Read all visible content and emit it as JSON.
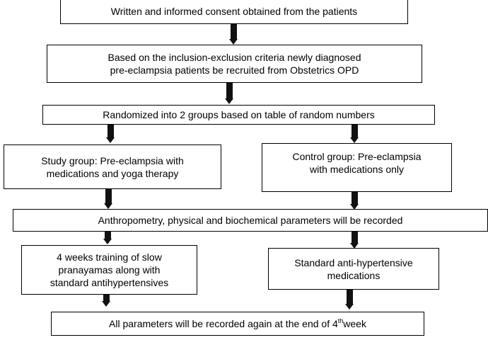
{
  "flowchart": {
    "consent": "Written and informed consent obtained from the patients",
    "recruit_line1": "Based on the inclusion-exclusion criteria newly diagnosed",
    "recruit_line2": "pre-eclampsia patients be recruited from Obstetrics OPD",
    "randomize": "Randomized into 2 groups based on table of random numbers",
    "study_line1": "Study group: Pre-eclampsia with",
    "study_line2": "medications and yoga therapy",
    "control_line1": "Control group: Pre-eclampsia",
    "control_line2": "with medications only",
    "parameters": "Anthropometry, physical and biochemical parameters will be recorded",
    "training_line1": "4 weeks training of slow",
    "training_line2": "pranayamas along with",
    "training_line3": "standard antihypertensives",
    "standard_line1": "Standard anti-hypertensive",
    "standard_line2": "medications",
    "final_pre": "All parameters will be recorded again at the end of 4",
    "final_sup": "th",
    "final_post": "week"
  }
}
